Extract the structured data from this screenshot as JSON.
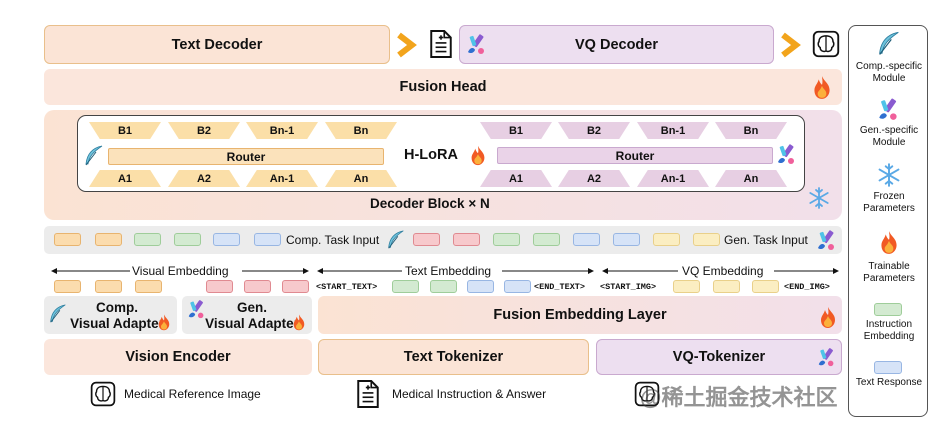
{
  "top": {
    "text_decoder": "Text Decoder",
    "vq_decoder": "VQ Decoder",
    "fusion_head": "Fusion Head"
  },
  "decoder_block": {
    "title": "Decoder Block",
    "times": "×",
    "n": "N",
    "hlora": "H-LoRA",
    "left": {
      "b": [
        "B1",
        "B2",
        "Bn-1",
        "Bn"
      ],
      "router": "Router",
      "a": [
        "A1",
        "A2",
        "An-1",
        "An"
      ]
    },
    "right": {
      "b": [
        "B1",
        "B2",
        "Bn-1",
        "Bn"
      ],
      "router": "Router",
      "a": [
        "A1",
        "A2",
        "An-1",
        "An"
      ]
    }
  },
  "task_inputs": {
    "comp": "Comp. Task Input",
    "gen": "Gen. Task Input"
  },
  "embeddings": {
    "visual": "Visual Embedding",
    "text": "Text Embedding",
    "vq": "VQ Embedding",
    "start_text": "<START_TEXT>",
    "end_text": "<END_TEXT>",
    "start_img": "<START_IMG>",
    "end_img": "<END_IMG>"
  },
  "adapters": {
    "comp_line1": "Comp.",
    "comp_line2": "Visual Adapter",
    "gen_line1": "Gen.",
    "gen_line2": "Visual Adapter"
  },
  "fusion_embedding_layer": "Fusion Embedding Layer",
  "encoders": {
    "vision": "Vision Encoder",
    "text_tokenizer": "Text Tokenizer",
    "vq_tokenizer": "VQ-Tokenizer"
  },
  "bottom_legend": {
    "medical_image": "Medical Reference Image",
    "medical_instruction": "Medical Instruction & Answer",
    "watermark": "@稀土掘金技术社区"
  },
  "legend": {
    "comp_specific_1": "Comp.-specific",
    "comp_specific_2": "Module",
    "gen_specific_1": "Gen.-specific",
    "gen_specific_2": "Module",
    "frozen_1": "Frozen",
    "frozen_2": "Parameters",
    "trainable_1": "Trainable",
    "trainable_2": "Parameters",
    "instruction_1": "Instruction",
    "instruction_2": "Embedding",
    "text_response": "Text Response"
  },
  "colors": {
    "peach": "#fbe4d6",
    "lilac": "#eddff0",
    "orange_arrow": "#f2a41c",
    "fire": "#ef4a1f",
    "snow": "#5aa9e6"
  }
}
